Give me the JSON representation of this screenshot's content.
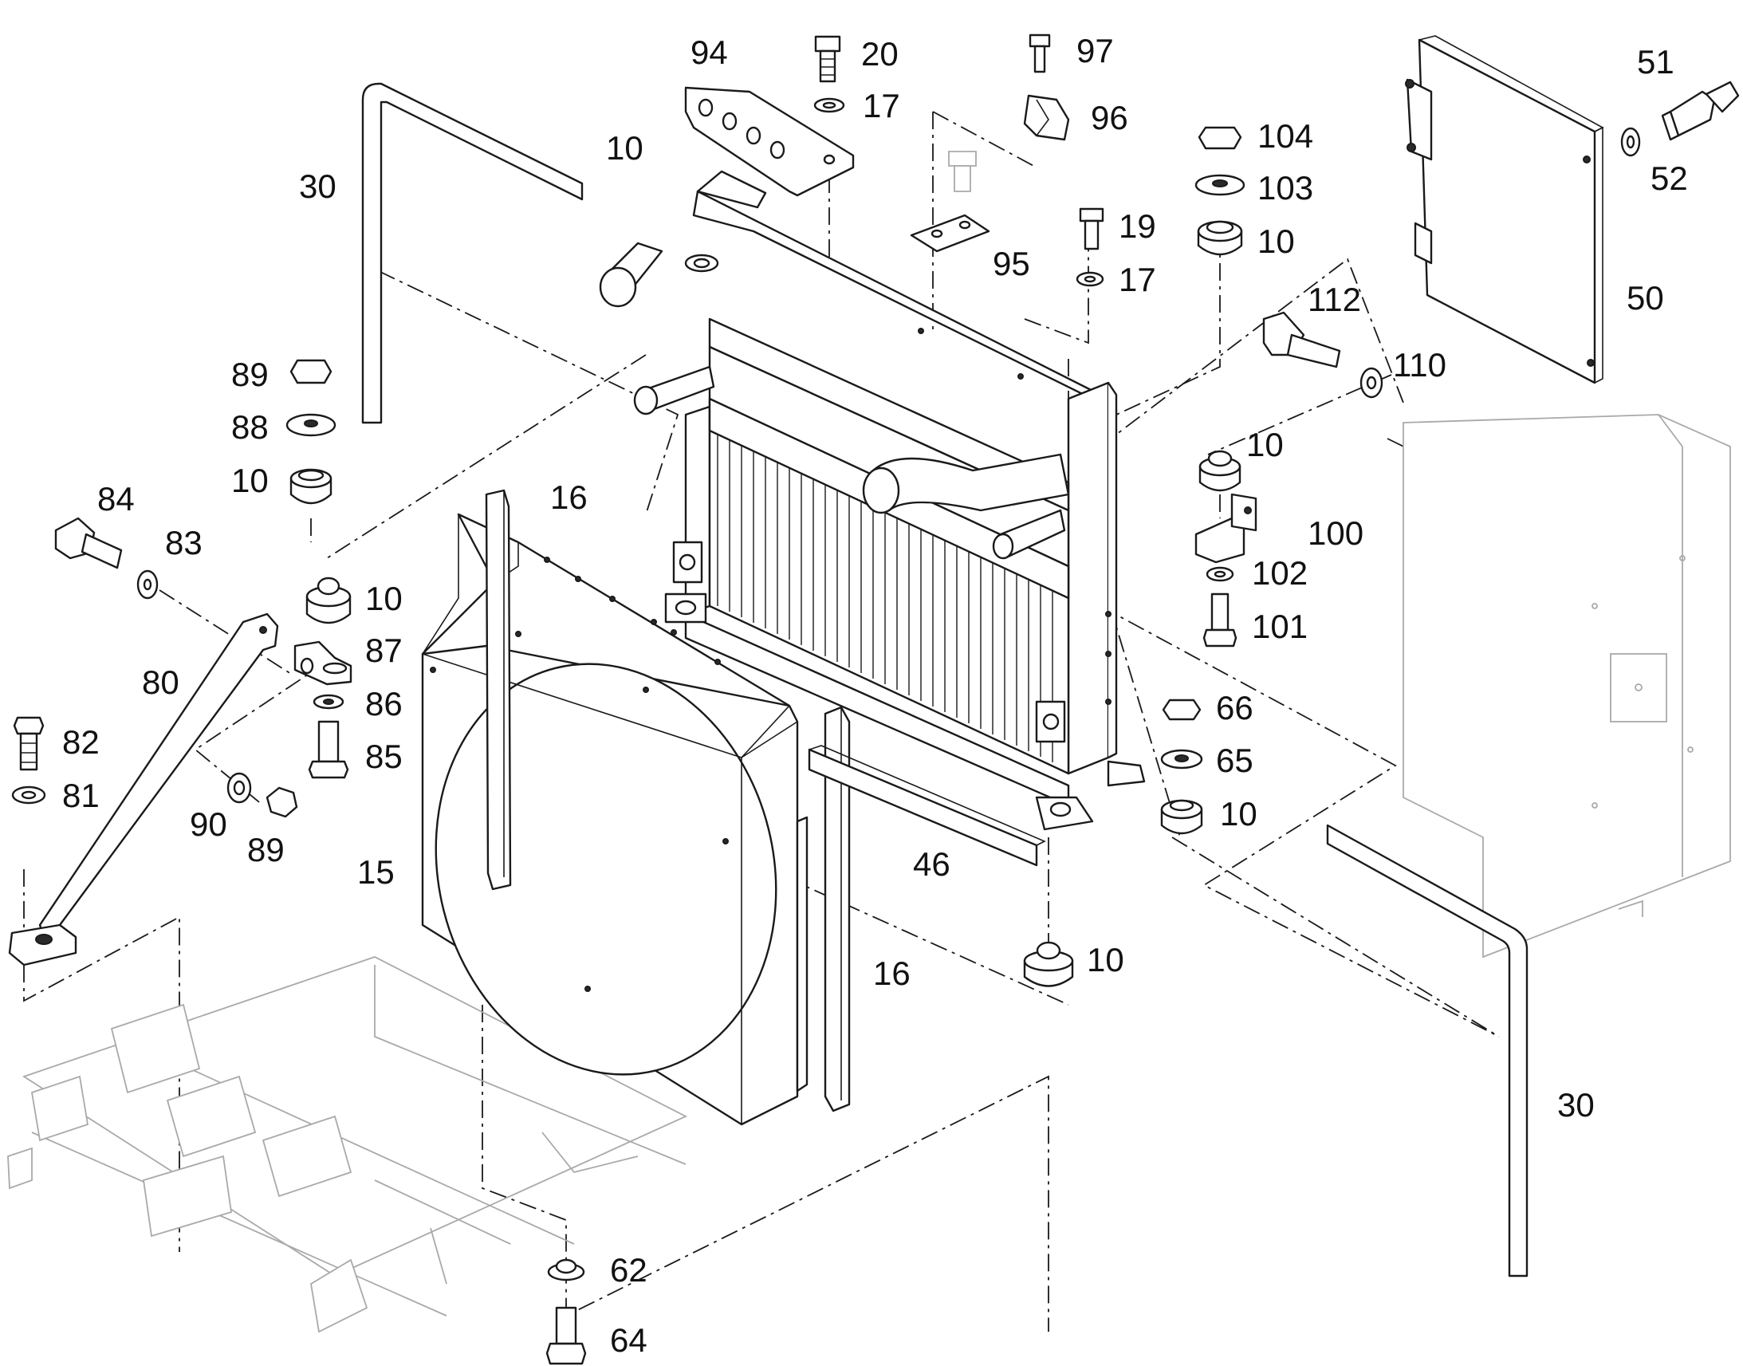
{
  "diagram": {
    "background_color": "#ffffff",
    "line_color": "#1a1a1a",
    "faint_line_color": "#a9a9a9",
    "callouts": {
      "c94": "94",
      "c20": "20",
      "c97": "97",
      "c51": "51",
      "c17a": "17",
      "c96": "96",
      "c104": "104",
      "c10a": "10",
      "c30a": "30",
      "c103": "103",
      "c52": "52",
      "c10b": "10",
      "c95": "95",
      "c19": "19",
      "c17b": "17",
      "c112": "112",
      "c50": "50",
      "c110": "110",
      "c89a": "89",
      "c88": "88",
      "c10c": "10",
      "c10d": "10",
      "c84": "84",
      "c83": "83",
      "c16a": "16",
      "c100": "100",
      "c10e": "10",
      "c102": "102",
      "c101": "101",
      "c80": "80",
      "c87": "87",
      "c86": "86",
      "c82": "82",
      "c85": "85",
      "c66": "66",
      "c65": "65",
      "c81": "81",
      "c90": "90",
      "c89b": "89",
      "c10f": "10",
      "c15": "15",
      "c46": "46",
      "c10g": "10",
      "c16b": "16",
      "c30b": "30",
      "c62": "62",
      "c64": "64"
    }
  }
}
